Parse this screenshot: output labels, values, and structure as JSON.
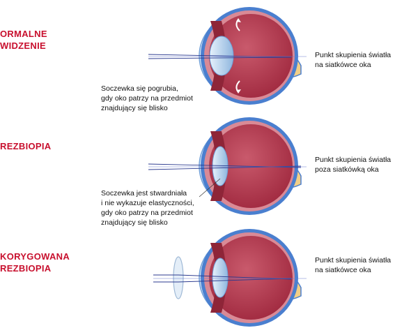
{
  "sections": [
    {
      "heading": [
        "ORMALNE",
        "WIDZENIE"
      ],
      "lens_note": [
        "Soczewka się pogrubia,",
        "gdy oko patrzy na przedmiot",
        "znajdujący się blisko"
      ],
      "focus_note": [
        "Punkt skupienia światła",
        "na siatkówce oka"
      ]
    },
    {
      "heading": [
        "REZBIOPIA"
      ],
      "lens_note": [
        "Soczewka jest stwardniała",
        "i nie wykazuje elastyczności,",
        "gdy oko patrzy na przedmiot",
        "znajdujący się blisko"
      ],
      "focus_note": [
        "Punkt skupienia światła",
        "poza siatkówką oka"
      ]
    },
    {
      "heading": [
        "KORYGOWANA",
        "REZBIOPIA"
      ],
      "lens_note": [],
      "focus_note": [
        "Punkt skupienia światła",
        "na siatkówce oka"
      ]
    }
  ],
  "colors": {
    "heading": "#c8102e",
    "sclera": "#4a7fcf",
    "eye_interior": "#b7384d",
    "cornea": "#cfe0f2",
    "lens": "#a9cbe8",
    "optic_nerve": "#f2cf87",
    "light_ray": "#2b3a8f"
  },
  "icons": [
    "eye-cross-section",
    "corrective-lens",
    "light-ray",
    "accommodation-arrow"
  ]
}
